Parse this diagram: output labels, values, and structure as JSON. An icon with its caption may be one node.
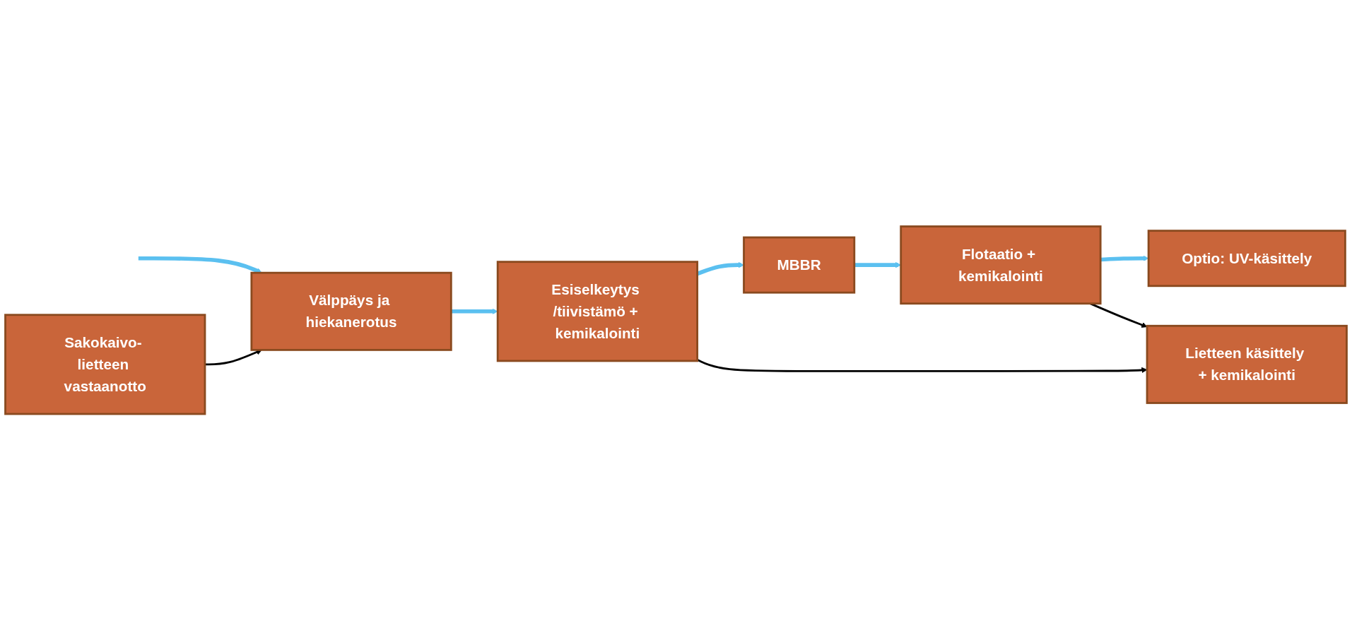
{
  "diagram": {
    "nodes": [
      {
        "text": [
          "Välppäys ja hiekanerotus"
        ]
      },
      {
        "text": [
          "Esiselkeytys /tiivistämö + kemikalointi"
        ]
      },
      {
        "text": [
          "MBBR"
        ]
      },
      {
        "text": [
          "Flotaatio + kemikalointi"
        ]
      },
      {
        "text": [
          "Optio: UV-käsittely"
        ]
      },
      {
        "text": [
          "Sakokaivo- lietteen vastaanotto"
        ]
      },
      {
        "text": [
          "Lietteen käsittely + kemikalointi"
        ]
      }
    ],
    "edges": [
      {
        "from": null,
        "to": 0,
        "arrow": "to"
      },
      {
        "from": 0,
        "to": 1,
        "arrow": "to"
      },
      {
        "from": 1,
        "to": 2,
        "arrow": "to"
      },
      {
        "from": 2,
        "to": 3,
        "arrow": "to"
      },
      {
        "from": 3,
        "to": 4,
        "arrow": "to"
      },
      {
        "from": 5,
        "to": 0,
        "arrow": "to",
        "color": "#000000"
      },
      {
        "from": 1,
        "to": 6,
        "arrow": "to",
        "color": "#000000"
      },
      {
        "from": 3,
        "to": 6,
        "arrow": "to",
        "color": "#000000"
      }
    ]
  }
}
